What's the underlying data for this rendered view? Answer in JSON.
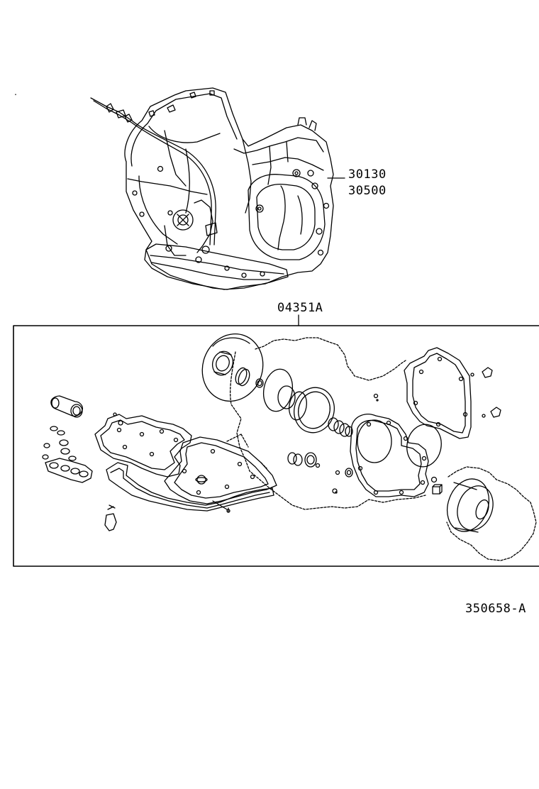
{
  "part_numbers": {
    "transaxle_assy": "30130",
    "transaxle_alt": "30500",
    "gasket_kit": "04351A"
  },
  "illustration_ref": "350658-A",
  "line_color": "#000000",
  "background_color": "#ffffff"
}
